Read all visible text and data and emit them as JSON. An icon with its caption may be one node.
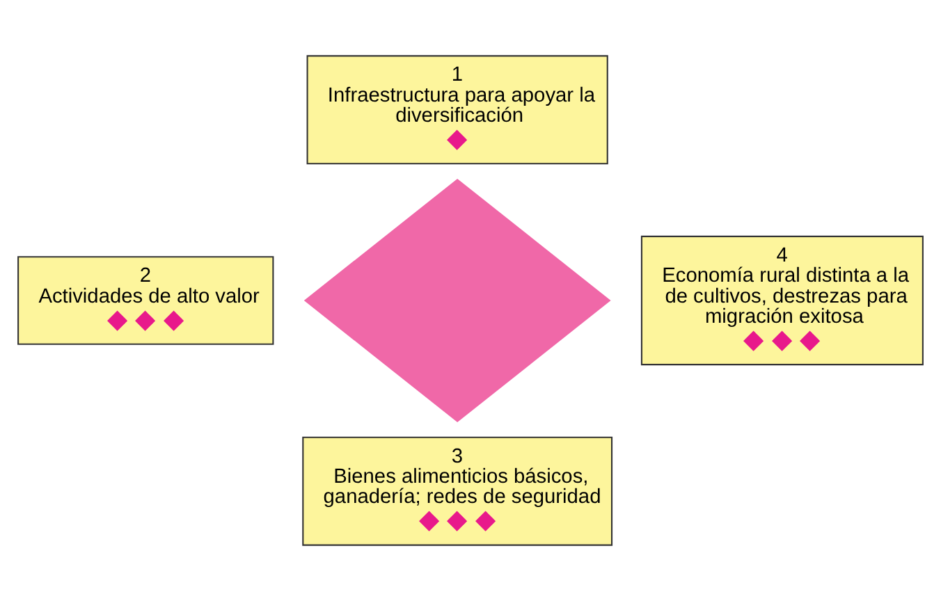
{
  "diagram": {
    "nodes": [
      {
        "text": [
          "1",
          "Infraestructura para apoyar la diversificación",
          "◆"
        ]
      },
      {
        "text": [
          "2",
          "Actividades de alto valor",
          "◆ ◆ ◆"
        ]
      },
      {
        "text": [],
        "shape": "diamond"
      },
      {
        "text": [
          "4",
          "Economía rural distinta a la de cultivos, destrezas para migración exitosa",
          "◆ ◆ ◆"
        ]
      },
      {
        "text": [
          "3",
          "Bienes alimenticios básicos, ganadería; redes de seguridad",
          "◆ ◆ ◆"
        ]
      }
    ],
    "edges": []
  }
}
